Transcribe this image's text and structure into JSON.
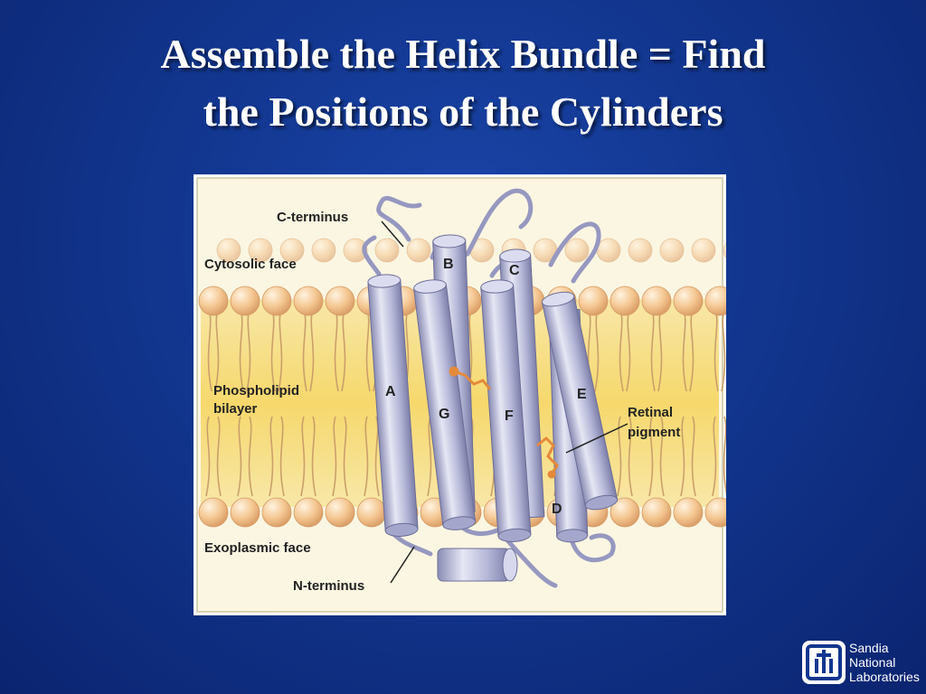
{
  "slide": {
    "title_lines": [
      "Assemble the Helix Bundle = Find",
      "the Positions of the Cylinders"
    ]
  },
  "figure": {
    "labels": {
      "c_terminus": "C-terminus",
      "cytosolic_face": "Cytosolic face",
      "phospholipid": "Phospholipid",
      "bilayer": "bilayer",
      "exoplasmic_face": "Exoplasmic face",
      "n_terminus": "N-terminus",
      "retinal": "Retinal",
      "pigment": "pigment"
    },
    "helices": [
      "A",
      "B",
      "C",
      "D",
      "E",
      "F",
      "G"
    ]
  },
  "logo": {
    "lines": [
      "Sandia",
      "National",
      "Laboratories"
    ]
  },
  "colors": {
    "background": "#12368f",
    "membrane": "#f7de8a",
    "head_group": "#f3c48e",
    "helix": "#b8bad8",
    "retinal": "#e58a3a"
  }
}
